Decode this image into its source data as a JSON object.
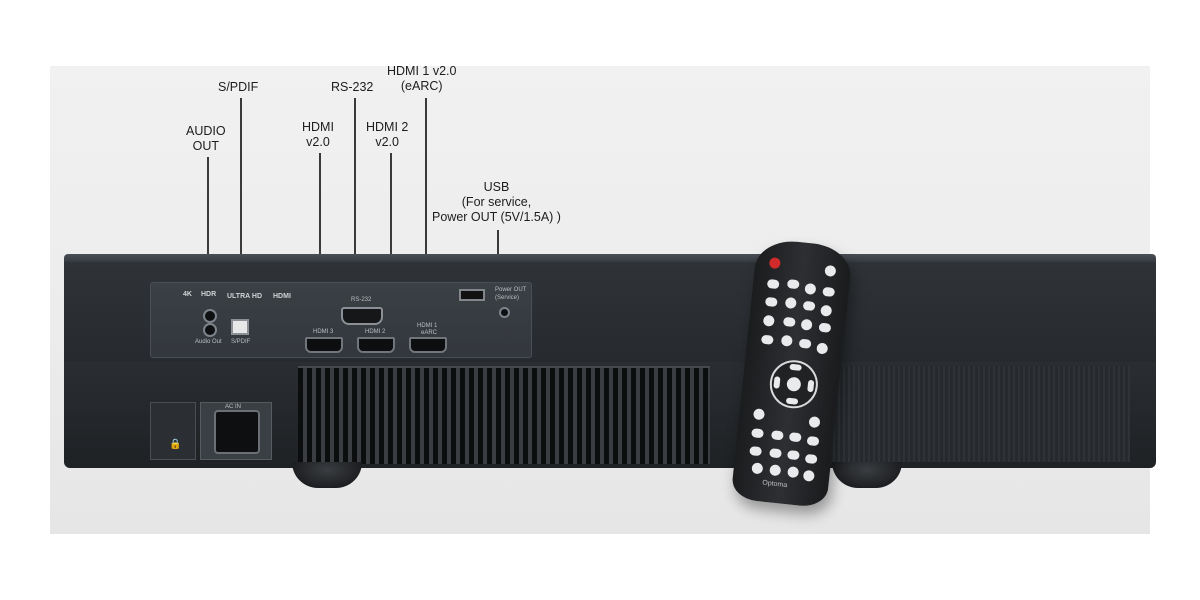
{
  "callouts": {
    "audio_out": "AUDIO\nOUT",
    "spdif": "S/PDIF",
    "hdmi_v20": "HDMI\nv2.0",
    "rs232": "RS-232",
    "hdmi2": "HDMI 2\nv2.0",
    "hdmi1": "HDMI 1 v2.0\n(eARC)",
    "usb": "USB\n(For service,\nPower OUT (5V/1.5A) )"
  },
  "panel_labels": {
    "rs232": "RS-232",
    "hdmi3": "HDMI 3",
    "hdmi2": "HDMI 2",
    "hdmi1": "HDMI 1",
    "hdmi1_sub": "eARC",
    "audio_out": "Audio Out",
    "spdif": "S/PDIF",
    "power_out": "Power OUT",
    "service": "(Service)",
    "ac_in": "AC IN",
    "brand": "Optoma",
    "logo_hdmi": "HDMI",
    "logo_ultrahd": "ULTRA HD",
    "logo_4k": "4K",
    "logo_hdr": "HDR"
  },
  "colors": {
    "background": "#ececec",
    "projector": "#2a2d31",
    "leader": "#3a3a3a"
  }
}
